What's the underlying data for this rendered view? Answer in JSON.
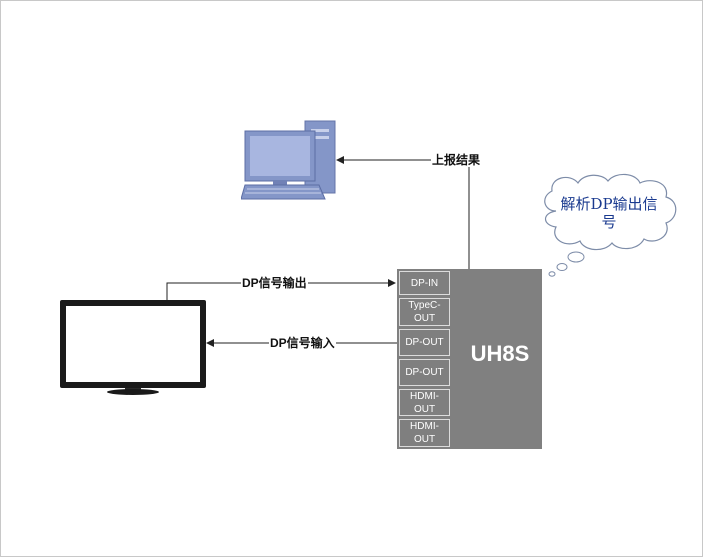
{
  "device": {
    "name": "UH8S",
    "ports": [
      {
        "label": "DP-IN"
      },
      {
        "label": "TypeC-OUT"
      },
      {
        "label": "DP-OUT"
      },
      {
        "label": "DP-OUT"
      },
      {
        "label": "HDMI-OUT"
      },
      {
        "label": "HDMI-OUT"
      }
    ]
  },
  "connections": {
    "report": "上报结果",
    "dp_output": "DP信号输出",
    "dp_input": "DP信号输入"
  },
  "callout": {
    "text": "解析DP输出信号"
  },
  "colors": {
    "device": "#808080",
    "computer": "#8496c8",
    "callout_text": "#1a3a8f",
    "line": "#222222"
  },
  "icons": [
    "computer-icon",
    "monitor-icon",
    "cloud-callout"
  ]
}
